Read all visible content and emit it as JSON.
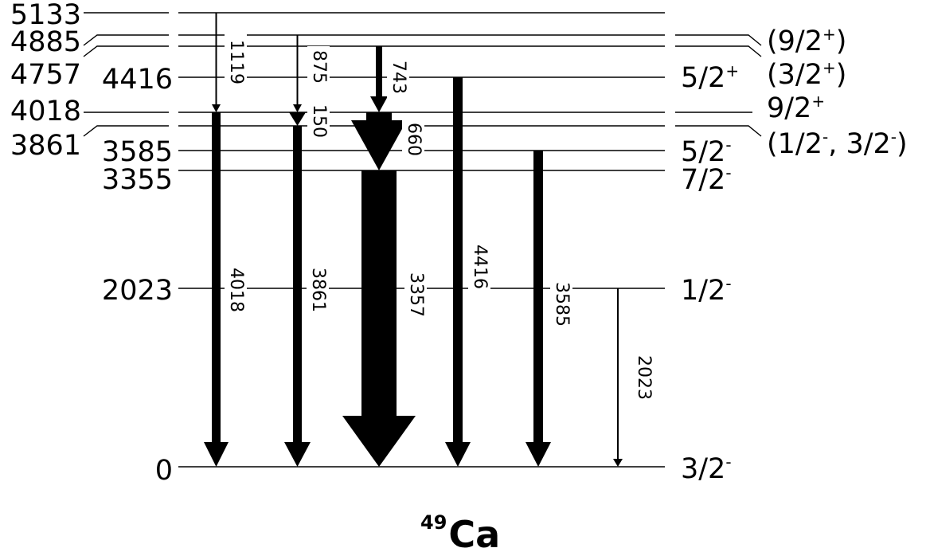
{
  "nucleus": {
    "mass": "49",
    "symbol": "Ca"
  },
  "levels": [
    {
      "energy": "5133",
      "spin": ""
    },
    {
      "energy": "4885",
      "spin": "(9/2",
      "sup": "+",
      "tail": ")"
    },
    {
      "energy": "4757",
      "spin": "(3/2",
      "sup": "+",
      "tail": ")"
    },
    {
      "energy": "4416",
      "spin": "5/2",
      "sup": "+",
      "tail": ""
    },
    {
      "energy": "4018",
      "spin": "9/2",
      "sup": "+",
      "tail": ""
    },
    {
      "energy": "3861",
      "spin": "(1/2",
      "sup": "-",
      "tail": ", 3/2",
      "sup2": "-",
      "tail2": ")"
    },
    {
      "energy": "3585",
      "spin": "5/2",
      "sup": "-",
      "tail": ""
    },
    {
      "energy": "3355",
      "spin": "7/2",
      "sup": "-",
      "tail": ""
    },
    {
      "energy": "2023",
      "spin": "1/2",
      "sup": "-",
      "tail": ""
    },
    {
      "energy": "0",
      "spin": "3/2",
      "sup": "-",
      "tail": ""
    }
  ],
  "transitions": [
    {
      "energy": "1119",
      "from": "5133",
      "to": "4018",
      "intensity": "weak"
    },
    {
      "energy": "4018",
      "from": "4018",
      "to": "0",
      "intensity": "medium"
    },
    {
      "energy": "875",
      "from": "4885",
      "to": "4018",
      "intensity": "weak"
    },
    {
      "energy": "3861",
      "from": "3861",
      "to": "0",
      "intensity": "medium"
    },
    {
      "energy": "150",
      "from": "4018",
      "to": "3861",
      "intensity": "medium"
    },
    {
      "energy": "743",
      "from": "4757",
      "to": "4018",
      "intensity": "medium"
    },
    {
      "energy": "660",
      "from": "4018",
      "to": "3355",
      "intensity": "strong"
    },
    {
      "energy": "3357",
      "from": "3355",
      "to": "0",
      "intensity": "very strong"
    },
    {
      "energy": "4416",
      "from": "4416",
      "to": "0",
      "intensity": "medium"
    },
    {
      "energy": "3585",
      "from": "3585",
      "to": "0",
      "intensity": "medium"
    },
    {
      "energy": "2023",
      "from": "2023",
      "to": "0",
      "intensity": "weak"
    }
  ]
}
